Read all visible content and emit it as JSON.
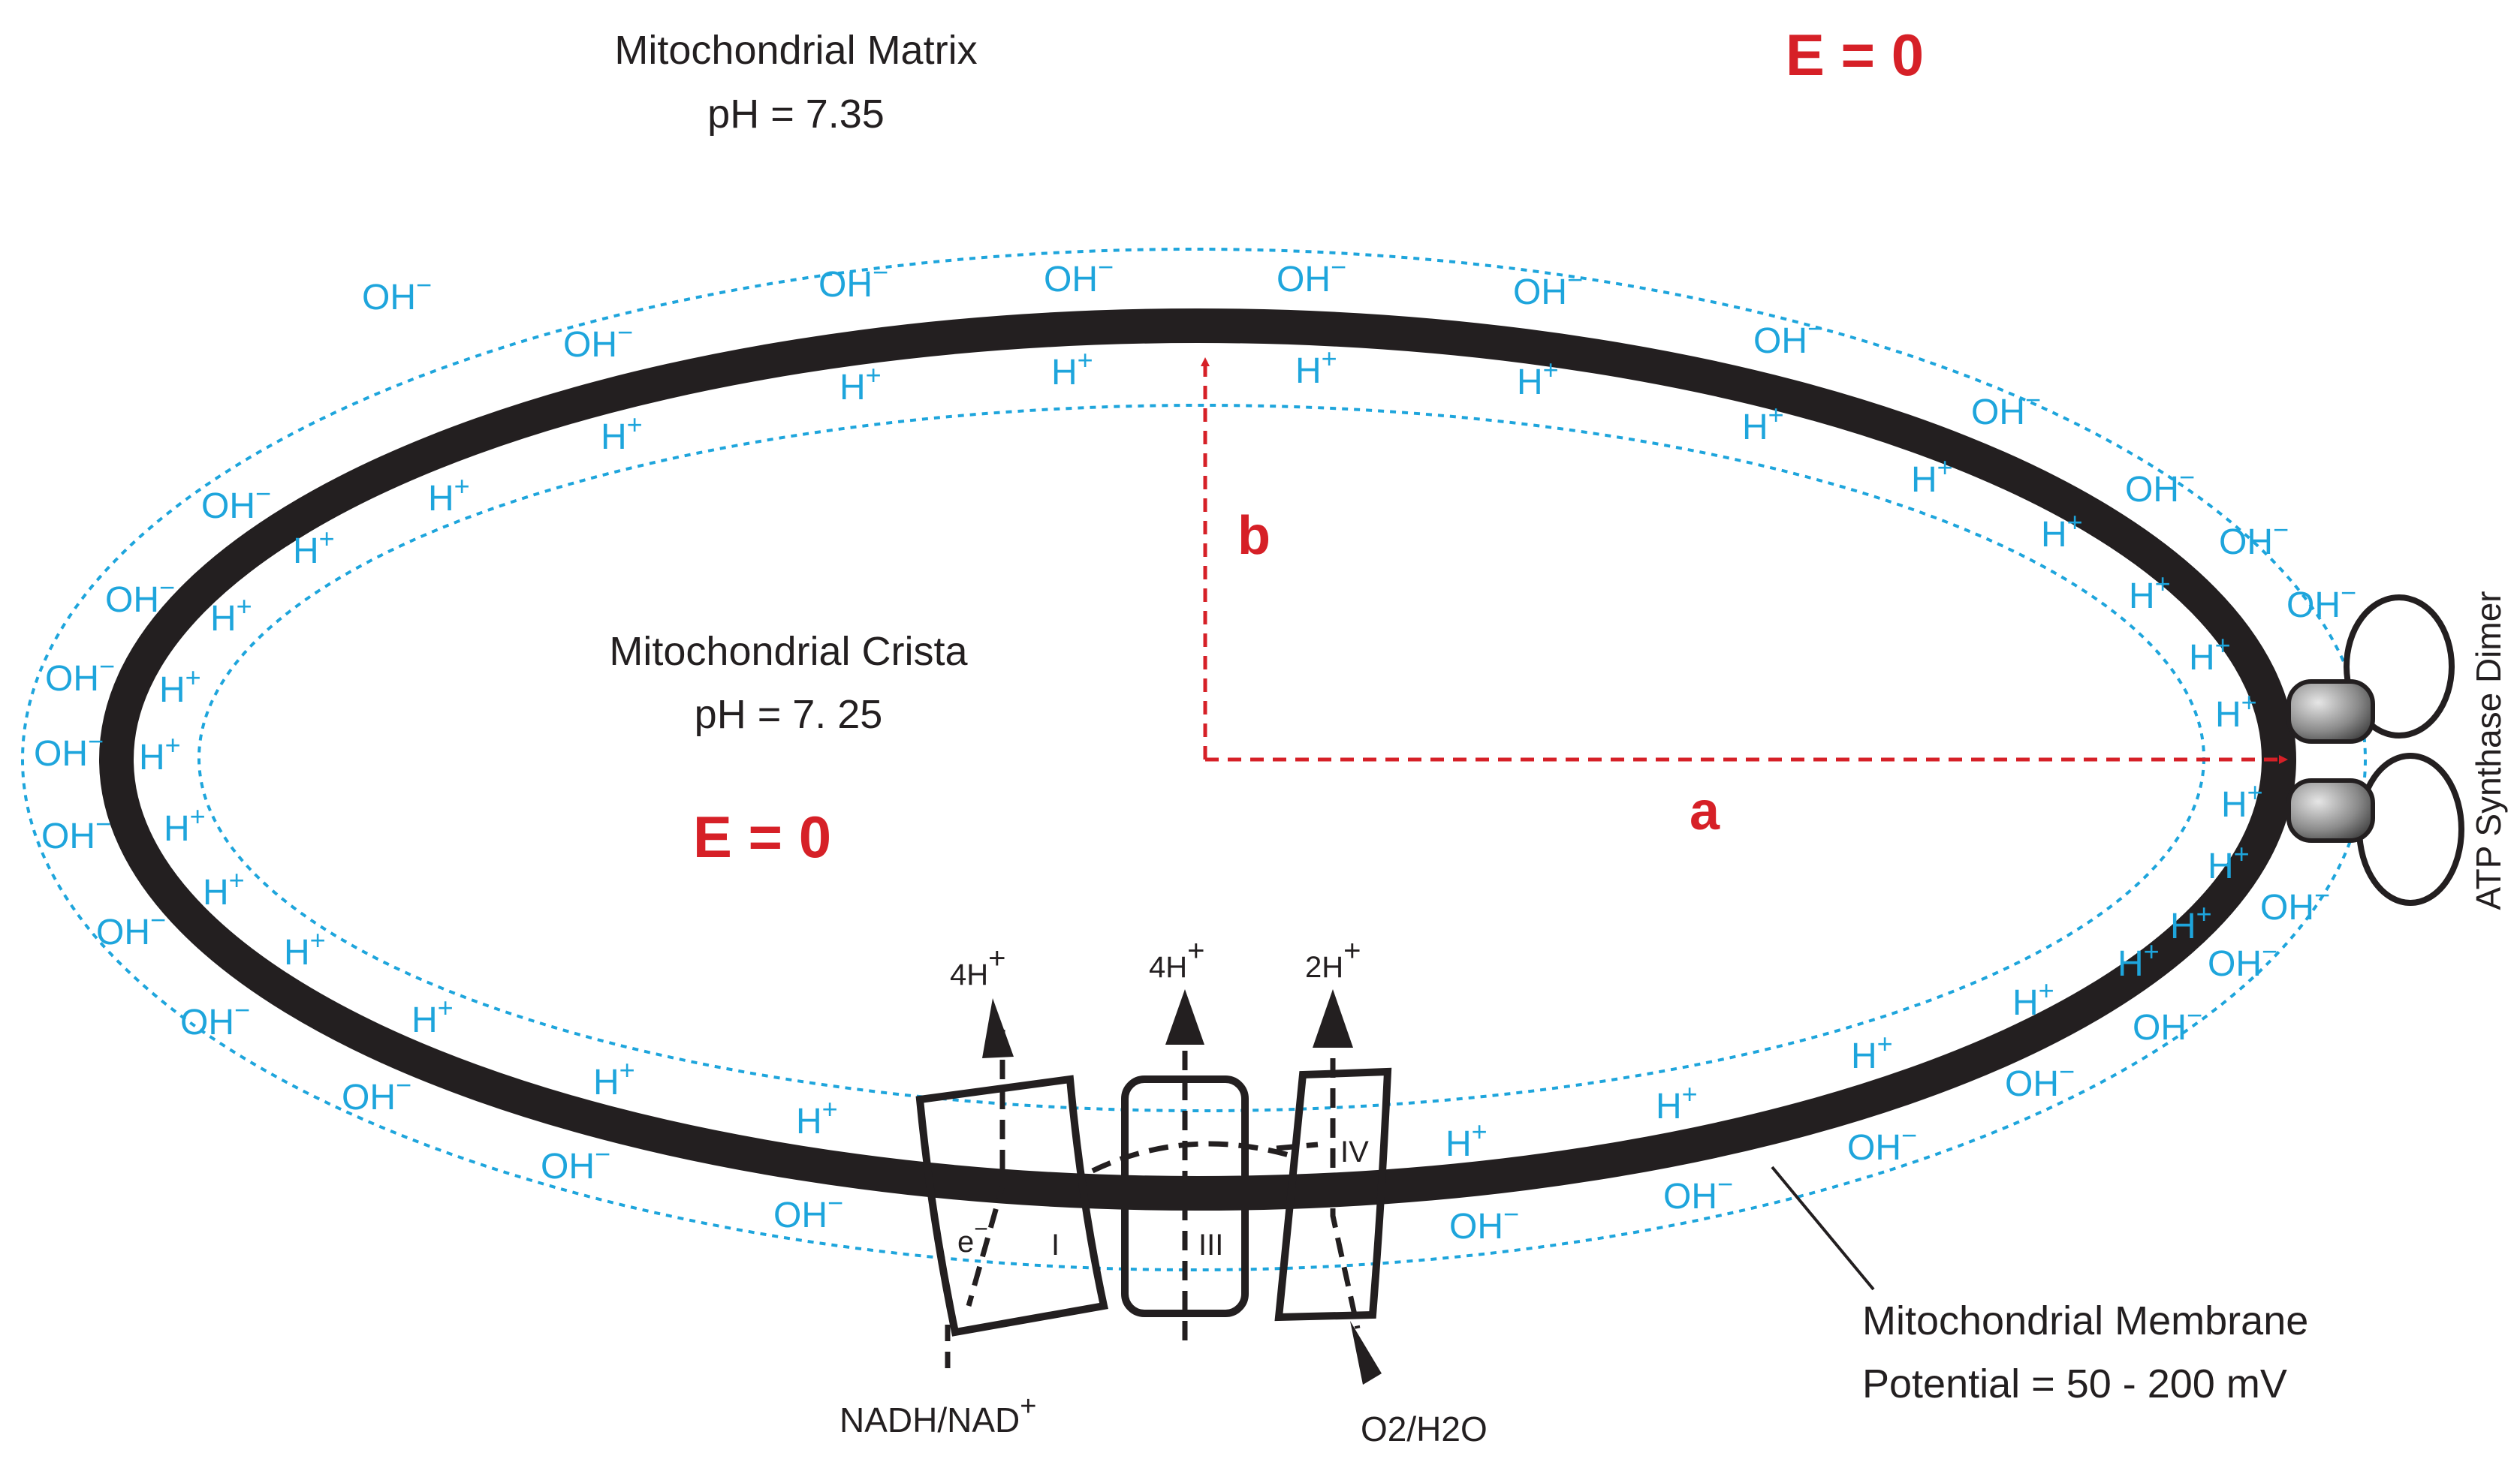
{
  "labels": {
    "matrix_title": "Mitochondrial Matrix",
    "matrix_ph": "pH = 7.35",
    "crista_title": "Mitochondrial Crista",
    "crista_ph": "pH = 7. 25",
    "field_top": "E = 0",
    "field_inside": "E = 0",
    "axis_a": "a",
    "axis_b": "b",
    "membrane_line1": "Mitochondrial Membrane",
    "membrane_line2": "Potential = 50 - 200 mV",
    "atp_synthase": "ATP Synthase Dimer",
    "nadh": "NADH/NAD",
    "nadh_sup": "+",
    "o2": "O2/H2O"
  },
  "complexes": {
    "c1_label": "I",
    "c3_label": "III",
    "c4_label": "IV",
    "electron": "e",
    "electron_sup": "−",
    "c1_protons": "4H",
    "c3_protons": "4H",
    "c4_protons": "2H",
    "proton_sup": "+"
  },
  "ions": {
    "oh": "OH",
    "oh_sup": "−",
    "h": "H",
    "h_sup": "+"
  },
  "colors": {
    "membrane": "#231f20",
    "ion_cloud": "#1ea5dc",
    "vector": "#d62027"
  }
}
